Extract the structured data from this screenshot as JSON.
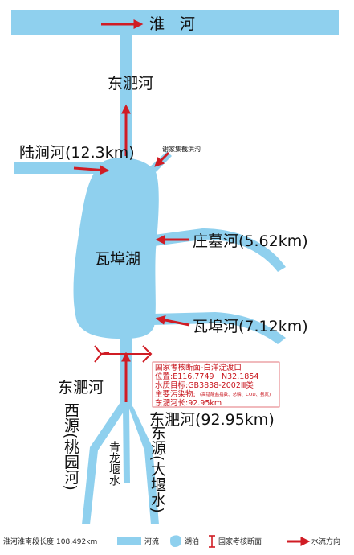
{
  "colors": {
    "water": "#8fd0ee",
    "flow_arrow": "#d01c24",
    "text": "#111111",
    "section_marker": "#d01c24"
  },
  "rivers": {
    "huaihe": "淮　河",
    "dongfeihe_north": "东淝河",
    "lujianhe": "陆涧河(12.3km)",
    "xiejia_ditch": "谢家集截洪沟",
    "zhuangmuhe": "庄墓河(5.62km)",
    "wafuhe": "瓦埠河(7.12km)",
    "dongfeihe_south_left": "东淝河",
    "dongfeihe_south_right": "东淝河(92.95km)",
    "xiyuan": "西源(桃园河)",
    "qinglong": "青龙堰水",
    "dongyuan": "东源(大堰水)"
  },
  "lake": {
    "name": "瓦埠湖"
  },
  "section_info": {
    "title": "国家考核断面-白洋淀渡口",
    "position": "位置:E116.7749　N32.1854",
    "target": "水质目标:GB3838-2002Ⅲ类",
    "pollutant_label": "主要污染物:",
    "pollutant_detail": "(高锰酸盐指数、总磷、COD、氨氮)",
    "length": "东淝河长:92.95km"
  },
  "legend": {
    "length_note": "淮河淮南段长度:108.492km",
    "river": "河流",
    "lake": "湖泊",
    "section": "国家考核断面",
    "flow": "水流方向"
  }
}
